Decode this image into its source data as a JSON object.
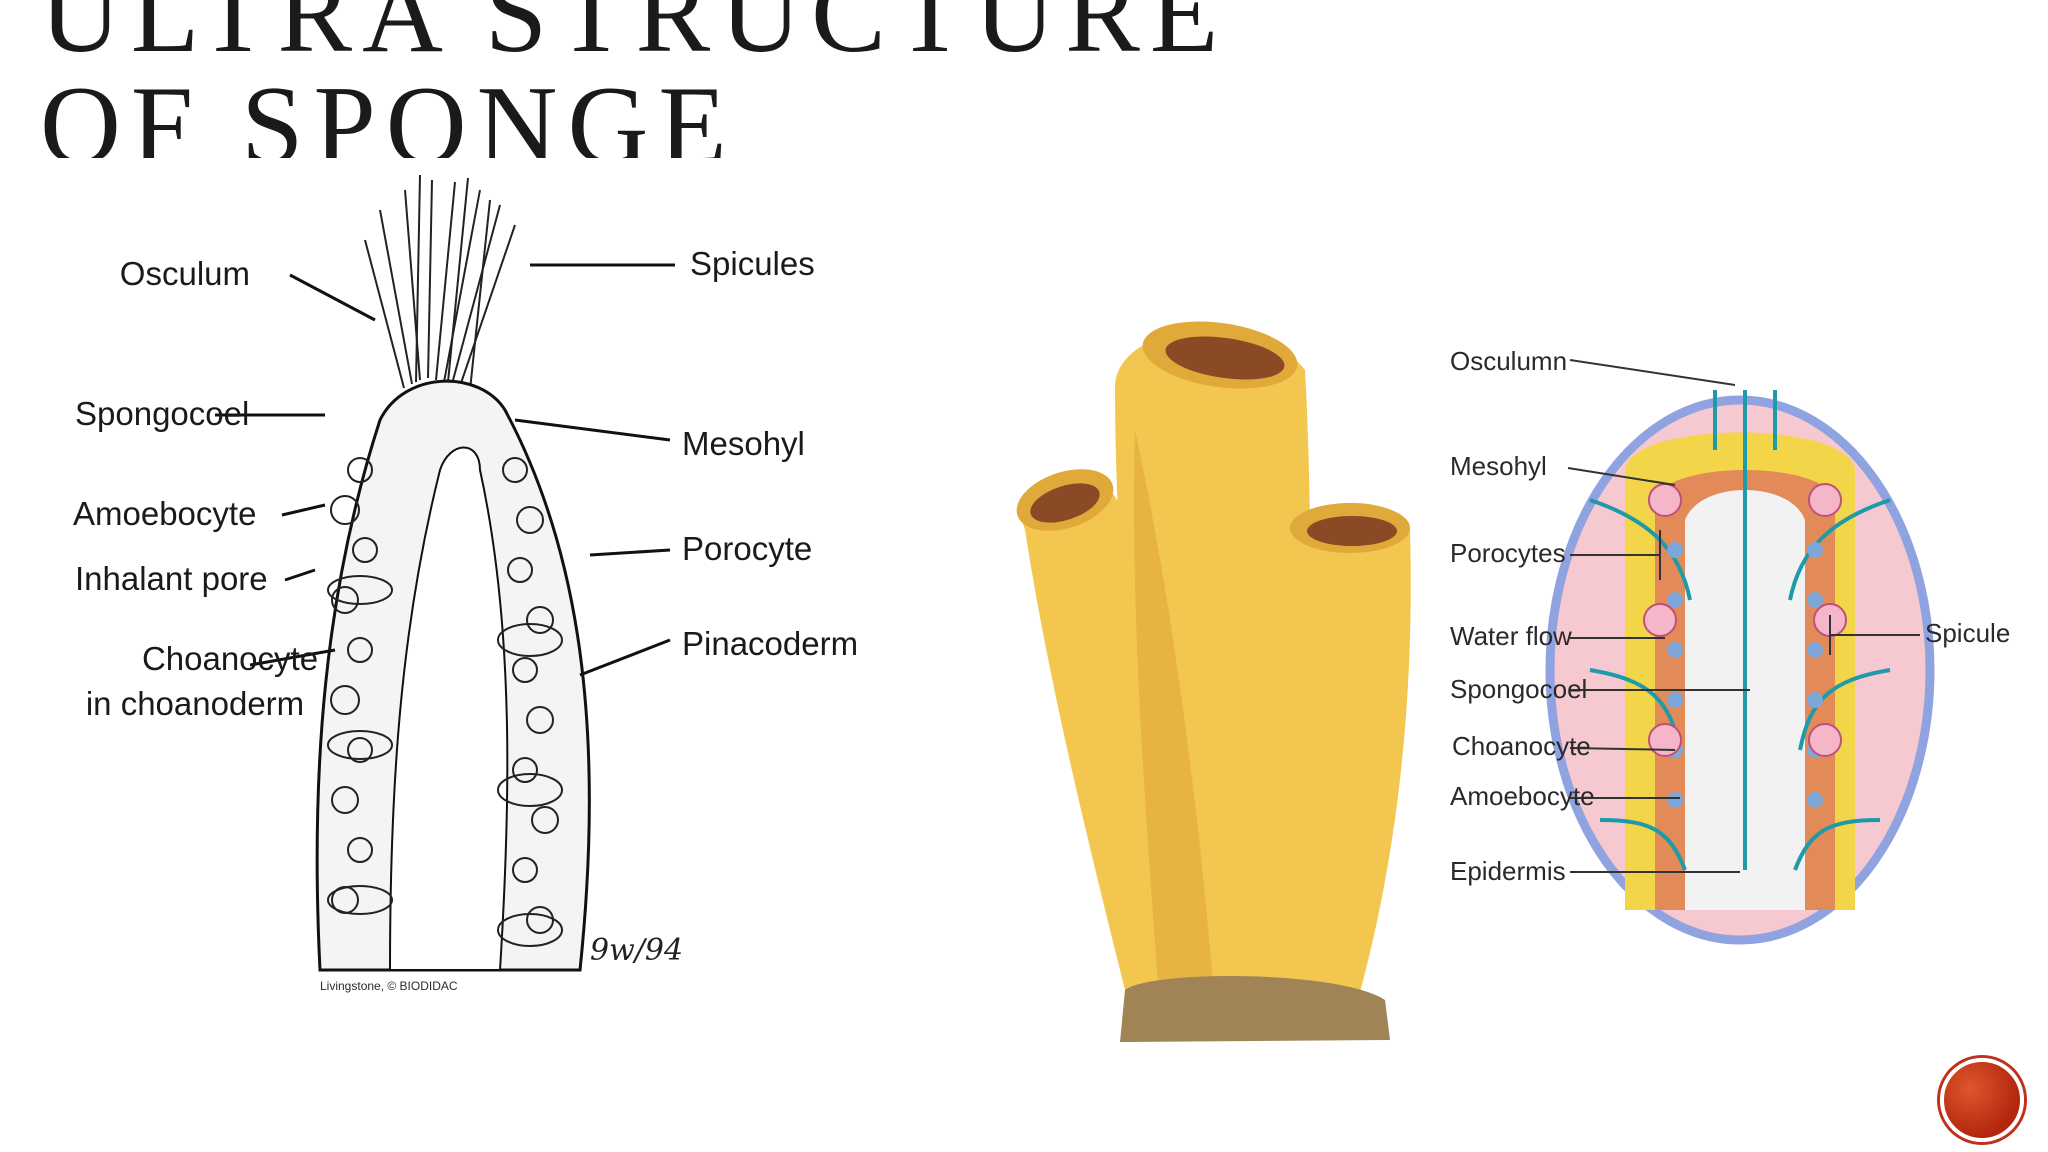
{
  "slide": {
    "title_line1": "ULTRA STRUCTURE",
    "title_line2": "OF SPONGE"
  },
  "left_diagram": {
    "labels": {
      "osculum": "Osculum",
      "spicules": "Spicules",
      "spongocoel": "Spongocoel",
      "mesohyl": "Mesohyl",
      "amoebocyte": "Amoebocyte",
      "porocyte": "Porocyte",
      "inhalant_pore": "Inhalant pore",
      "pinacoderm": "Pinacoderm",
      "choanocyte_line1": "Choanocyte",
      "choanocyte_line2": "in choanoderm"
    },
    "credit": "Livingstone, © BIODIDAC",
    "signature": "9w/94"
  },
  "right_diagram": {
    "labels": {
      "osculumn": "Osculumn",
      "mesohyl": "Mesohyl",
      "porocytes": "Porocytes",
      "water_flow": "Water flow",
      "spongocoel": "Spongocoel",
      "choanocyte": "Choanocyte",
      "amoebocyte": "Amoebocyte",
      "epidermis": "Epidermis",
      "spicules": "Spicules"
    },
    "colors": {
      "outer_ring": "#8fa3e0",
      "pink_fill": "#f6c8cf",
      "body_yellow": "#f3d54a",
      "flow_teal": "#1f9aa8"
    }
  },
  "sponge_illustration": {
    "colors": {
      "body": "#f2c64f",
      "shade": "#e0a93a",
      "rock": "#a08456"
    }
  }
}
